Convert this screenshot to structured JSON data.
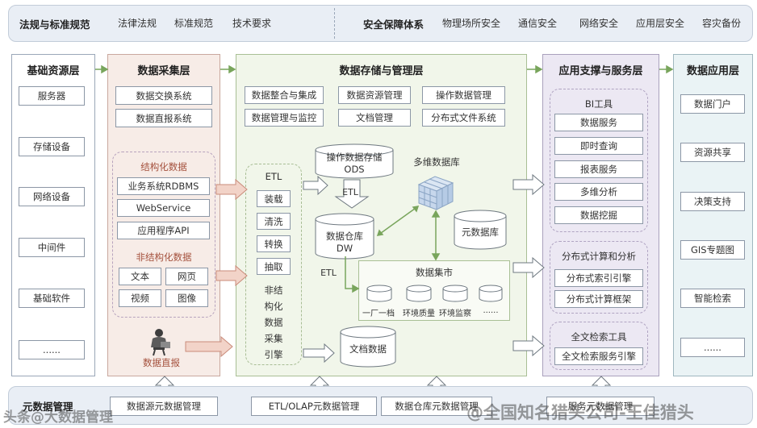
{
  "top_bar": {
    "law_title": "法规与标准规范",
    "law_items": [
      "法律法规",
      "标准规范",
      "技术要求"
    ],
    "security_title": "安全保障体系",
    "security_items": [
      "物理场所安全",
      "通信安全",
      "网络安全",
      "应用层安全",
      "容灾备份"
    ]
  },
  "infrastructure": {
    "title": "基础资源层",
    "items": [
      "服务器",
      "存储设备",
      "网络设备",
      "中间件",
      "基础软件",
      "......"
    ]
  },
  "collection": {
    "title": "数据采集层",
    "systems": [
      "数据交换系统",
      "数据直报系统"
    ],
    "structured_title": "结构化数据",
    "structured_items": [
      "业务系统RDBMS",
      "WebService",
      "应用程序API"
    ],
    "unstructured_title": "非结构化数据",
    "unstructured_items": [
      "文本",
      "网页",
      "视频",
      "图像"
    ],
    "direct_report": "数据直报"
  },
  "storage": {
    "title": "数据存储与管理层",
    "modules": [
      "数据整合与集成",
      "数据资源管理",
      "操作数据管理",
      "数据管理与监控",
      "文档管理",
      "分布式文件系统"
    ],
    "etl_title": "ETL",
    "etl_steps": [
      "装载",
      "清洗",
      "转换",
      "抽取"
    ],
    "etl_unstructured": [
      "非结",
      "构化",
      "数据",
      "采集",
      "引擎"
    ],
    "ods": "操作数据存储\nODS",
    "etl_label_1": "ETL",
    "etl_label_2": "ETL",
    "olap_cube": "多维数据库",
    "dw": "数据仓库\nDW",
    "metadata_db": "元数据库",
    "mart_title": "数据集市",
    "mart_items": [
      "一厂一档",
      "环境质量",
      "环境监察",
      "......"
    ],
    "doc_db": "文档数据"
  },
  "app_support": {
    "title": "应用支撑与服务层",
    "bi_title": "BI工具",
    "bi_items": [
      "数据服务",
      "即时查询",
      "报表服务",
      "多维分析",
      "数据挖掘"
    ],
    "dist_title": "分布式计算和分析",
    "dist_items": [
      "分布式索引引擎",
      "分布式计算框架"
    ],
    "search_title": "全文检索工具",
    "search_items": [
      "全文检索服务引擎"
    ]
  },
  "data_app": {
    "title": "数据应用层",
    "items": [
      "数据门户",
      "资源共享",
      "决策支持",
      "GIS专题图",
      "智能检索",
      "......"
    ]
  },
  "metadata_bar": {
    "title": "元数据管理",
    "items": [
      "数据源元数据管理",
      "ETL/OLAP元数据管理",
      "数据仓库元数据管理",
      "服务元数据管理"
    ]
  },
  "watermarks": [
    "头条@大数据管理",
    "@全国知名猎头公司-王佳猎头"
  ],
  "colors": {
    "collection_fill": "#f7ece7",
    "storage_fill": "#f1f6ea",
    "support_fill": "#ece8f3",
    "app_fill": "#eaf3f5",
    "arrow_red": "#c98b7a",
    "arrow_green": "#79a55c"
  }
}
